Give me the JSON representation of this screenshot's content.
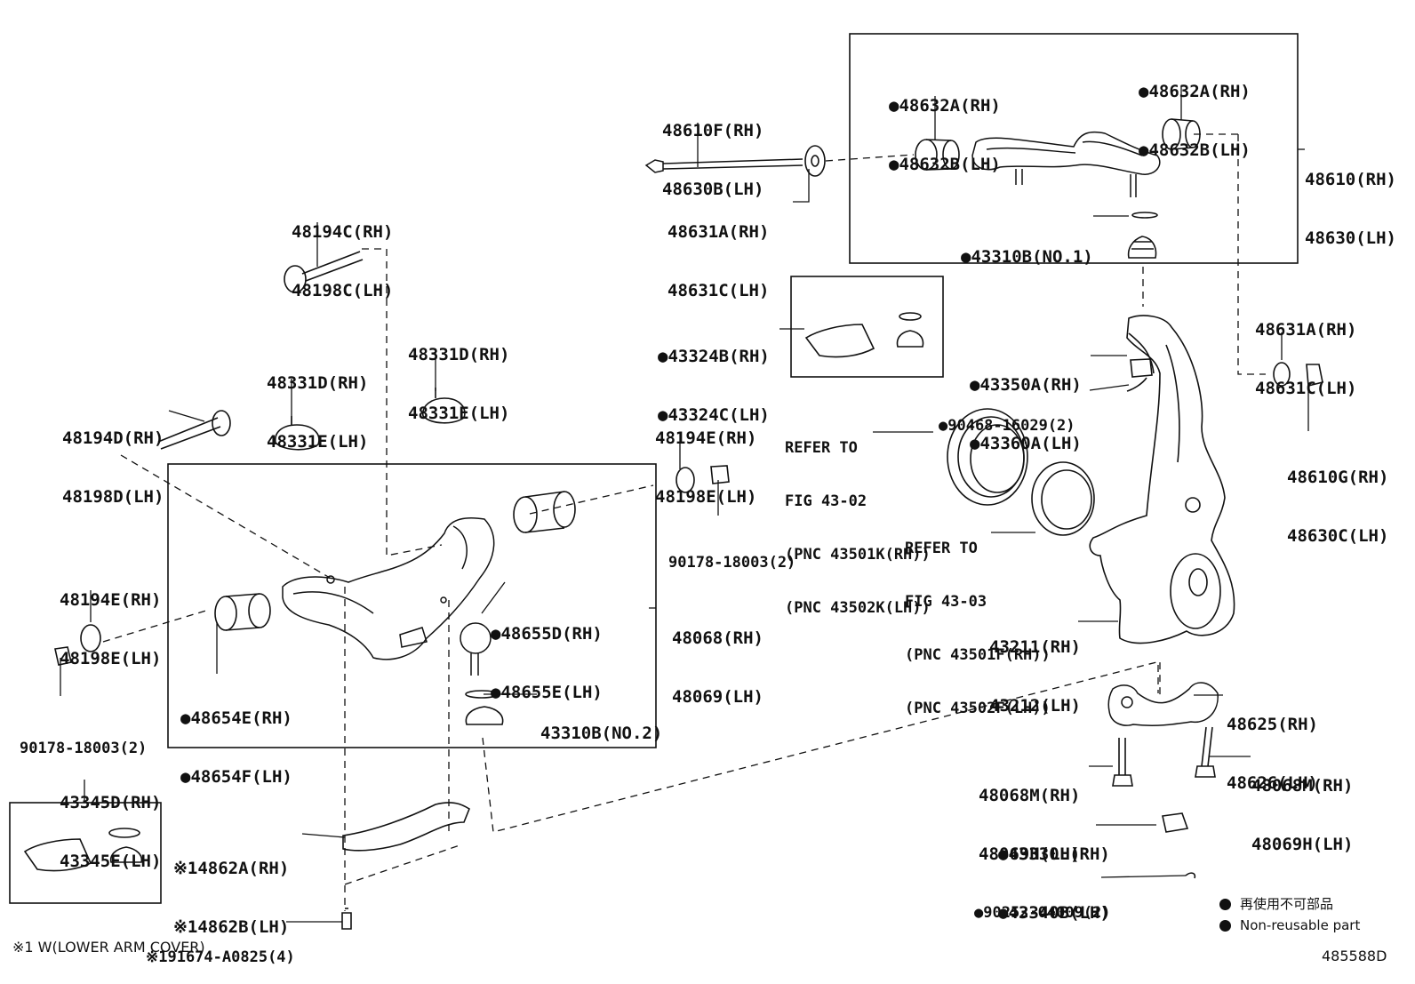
{
  "labels": {
    "l_48610F": [
      "48610F(RH)",
      "48630B(LH)"
    ],
    "l_48631A_top": [
      "48631A(RH)",
      "48631C(LH)"
    ],
    "l_48632A_left": [
      "●48632A(RH)",
      "●48632B(LH)"
    ],
    "l_48632A_right": [
      "●48632A(RH)",
      "●48632B(LH)"
    ],
    "l_48610_rh": [
      "48610(RH)",
      "48630(LH)"
    ],
    "l_43310B_no1": [
      "●43310B(NO.1)"
    ],
    "l_48194C": [
      "48194C(RH)",
      "48198C(LH)"
    ],
    "l_48331D_a": [
      "48331D(RH)",
      "48331E(LH)"
    ],
    "l_48331D_b": [
      "48331D(RH)",
      "48331E(LH)"
    ],
    "l_48194D": [
      "48194D(RH)",
      "48198D(LH)"
    ],
    "l_43324B": [
      "●43324B(RH)",
      "●43324C(LH)"
    ],
    "l_43350A": [
      "●43350A(RH)",
      "●43360A(LH)"
    ],
    "l_90468": [
      "●90468-16029(2)"
    ],
    "l_48631A_right": [
      "48631A(RH)",
      "48631C(LH)"
    ],
    "l_48610G": [
      "48610G(RH)",
      "48630C(LH)"
    ],
    "l_48194E_top": [
      "48194E(RH)",
      "48198E(LH)"
    ],
    "l_90178_top": [
      "90178-18003(2)"
    ],
    "l_refer_4302": [
      "REFER TO",
      "FIG 43-02",
      "(PNC 43501K(RH))",
      "(PNC 43502K(LH))"
    ],
    "l_refer_4303": [
      "REFER TO",
      "FIG 43-03",
      "(PNC 43501F(RH))",
      "(PNC 43502F(LH))"
    ],
    "l_48194E_left": [
      "48194E(RH)",
      "48198E(LH)"
    ],
    "l_48655D": [
      "●48655D(RH)",
      "●48655E(LH)"
    ],
    "l_48068": [
      "48068(RH)",
      "48069(LH)"
    ],
    "l_43211": [
      "43211(RH)",
      "43212(LH)"
    ],
    "l_48654E": [
      "●48654E(RH)",
      "●48654F(LH)"
    ],
    "l_90178_left": [
      "90178-18003(2)"
    ],
    "l_43310B_no2": [
      "43310B(NO.2)"
    ],
    "l_48625": [
      "48625(RH)",
      "48626(LH)"
    ],
    "l_48068M_left": [
      "48068M(RH)",
      "48069H(LH)"
    ],
    "l_48068M_right": [
      "48068M(RH)",
      "48069H(LH)"
    ],
    "l_43345D": [
      "43345D(RH)",
      "43345E(LH)"
    ],
    "l_14862A": [
      "※14862A(RH)",
      "※14862B(LH)"
    ],
    "l_43330L": [
      "●43330L(RH)",
      "●43340B(LH)"
    ],
    "l_90252": [
      "●90252-04009(2)"
    ],
    "l_191674": [
      "※191674-A0825(4)"
    ]
  },
  "legend": {
    "reuse_jp": "再使用不可部品",
    "reuse_en": "Non-reusable part"
  },
  "footnote": "※1 W(LOWER ARM COVER)",
  "diagram_id": "485588D"
}
